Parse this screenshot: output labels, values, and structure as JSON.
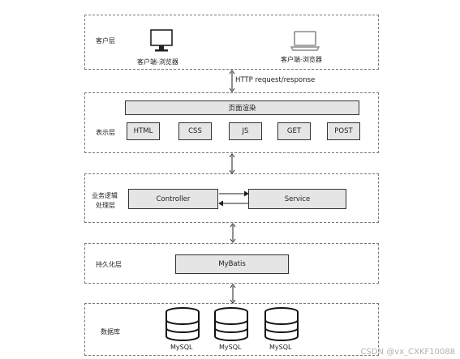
{
  "layers": {
    "client": {
      "label": "客户层",
      "desktop_caption": "客户端-浏览器",
      "laptop_caption": "客户端-浏览器"
    },
    "presentation": {
      "label": "表示层",
      "render_bar": "页面渲染",
      "items": [
        "HTML",
        "CSS",
        "JS",
        "GET",
        "POST"
      ]
    },
    "business": {
      "label_line1": "业务逻辑",
      "label_line2": "处理层",
      "controller": "Controller",
      "service": "Service"
    },
    "persistence": {
      "label": "持久化层",
      "mybatis": "MyBatis"
    },
    "database": {
      "label": "数据库",
      "dbs": [
        "MySQL",
        "MySQL",
        "MySQL"
      ]
    }
  },
  "connector_label": "HTTP request/response",
  "watermark": "CSDN @vx_CXKF10088",
  "colors": {
    "box_fill": "#e5e5e5",
    "border": "#333333",
    "dashed": "#777777"
  }
}
